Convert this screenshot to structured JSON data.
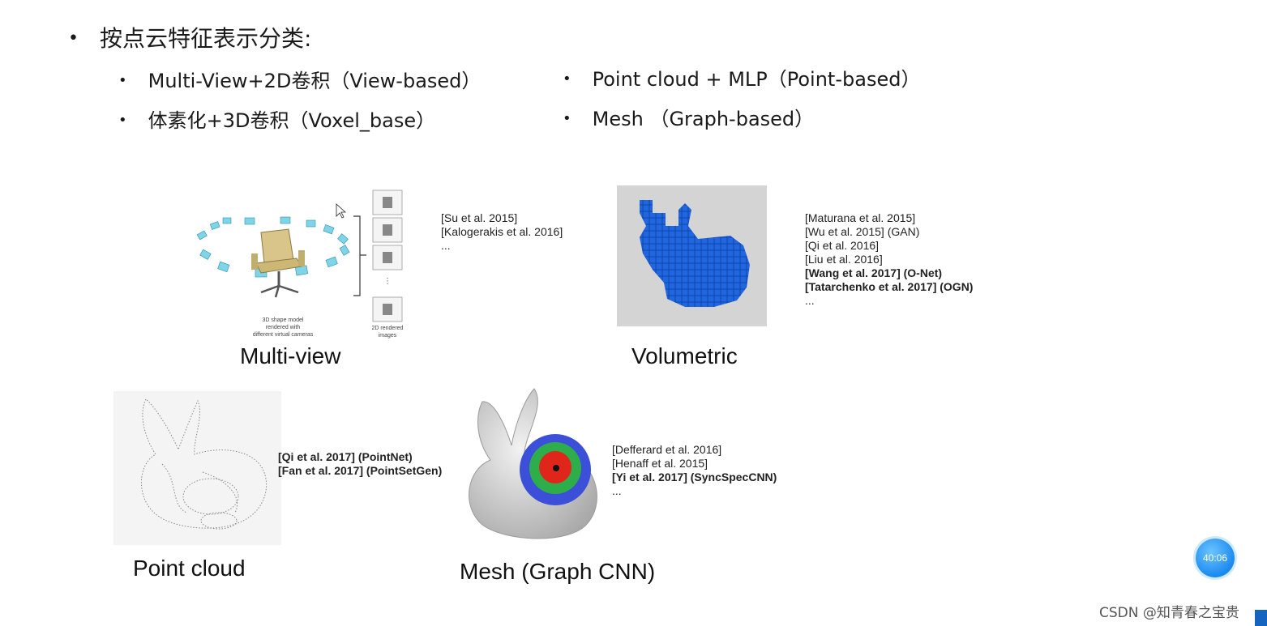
{
  "heading": "按点云特征表示分类:",
  "bullets": {
    "left": [
      "Multi-View+2D卷积（View-based）",
      "体素化+3D卷积（Voxel_base）"
    ],
    "right": [
      "Point cloud + MLP（Point-based）",
      "Mesh （Graph-based）"
    ]
  },
  "multiview": {
    "caption": "Multi-view",
    "refs": [
      "[Su et al. 2015]",
      "[Kalogerakis et al. 2016]",
      "..."
    ],
    "label_3d": [
      "3D shape model",
      "rendered with",
      "different virtual cameras"
    ],
    "label_2d": [
      "2D rendered",
      "images"
    ]
  },
  "volumetric": {
    "caption": "Volumetric",
    "refs": [
      "[Maturana et al. 2015]",
      "[Wu et al. 2015] (GAN)",
      "[Qi et al. 2016]",
      "[Liu et al. 2016]"
    ],
    "refs_bold": [
      "[Wang et al. 2017] (O-Net)",
      "[Tatarchenko et al. 2017] (OGN)"
    ],
    "more": "..."
  },
  "pointcloud": {
    "caption": "Point cloud",
    "refs_bold": [
      "[Qi et al. 2017] (PointNet)",
      "[Fan et al. 2017] (PointSetGen)"
    ]
  },
  "mesh": {
    "caption": "Mesh (Graph CNN)",
    "refs": [
      "[Defferard et al. 2016]",
      "[Henaff et al. 2015]"
    ],
    "refs_bold": [
      "[Yi et al. 2017] (SyncSpecCNN)"
    ],
    "more": "..."
  },
  "timer": "40:06",
  "watermark": "CSDN @知青春之宝贵",
  "colors": {
    "voxel": "#1f66e0",
    "mesh_gray": "#cfcfcf",
    "timer": "#1b8af0"
  }
}
